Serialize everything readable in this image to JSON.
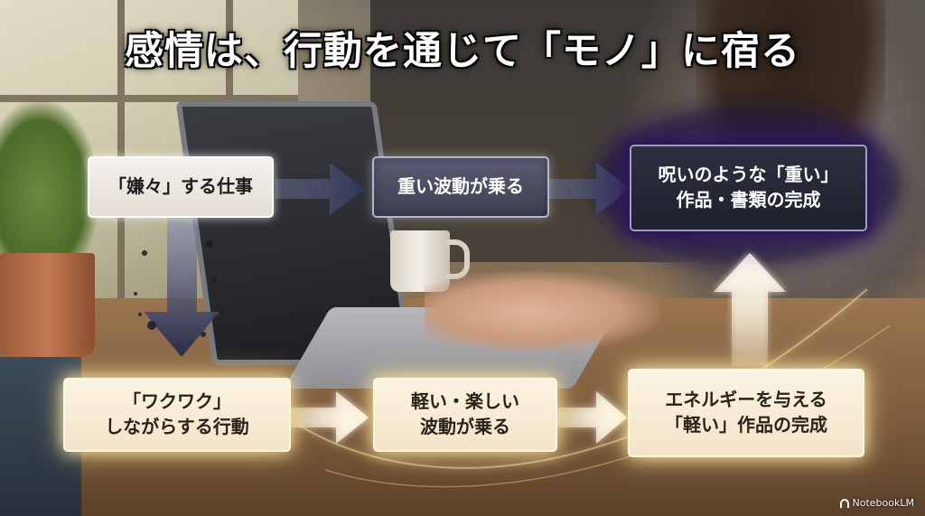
{
  "title": "感情は、行動を通じて「モノ」に宿る",
  "boxes": {
    "unpleasant_work": "「嫌々」する仕事",
    "heavy_wave": "重い波動が乗る",
    "heavy_result_line1": "呪いのような「重い」",
    "heavy_result_line2": "作品・書類の完成",
    "exciting_action_line1": "「ワクワク」",
    "exciting_action_line2": "しながらする行動",
    "light_wave_line1": "軽い・楽しい",
    "light_wave_line2": "波動が乗る",
    "light_result_line1": "エネルギーを与える",
    "light_result_line2": "「軽い」作品の完成"
  },
  "watermark": "NotebookLM",
  "colors": {
    "dark_box": "#3c3e52",
    "light_box": "#f2e4c8",
    "cursed_glow": "#463c8c",
    "dark_arrow": "#2f3555",
    "light_arrow": "#fff4d8"
  },
  "icons": [
    "notebooklm-logo-icon"
  ]
}
